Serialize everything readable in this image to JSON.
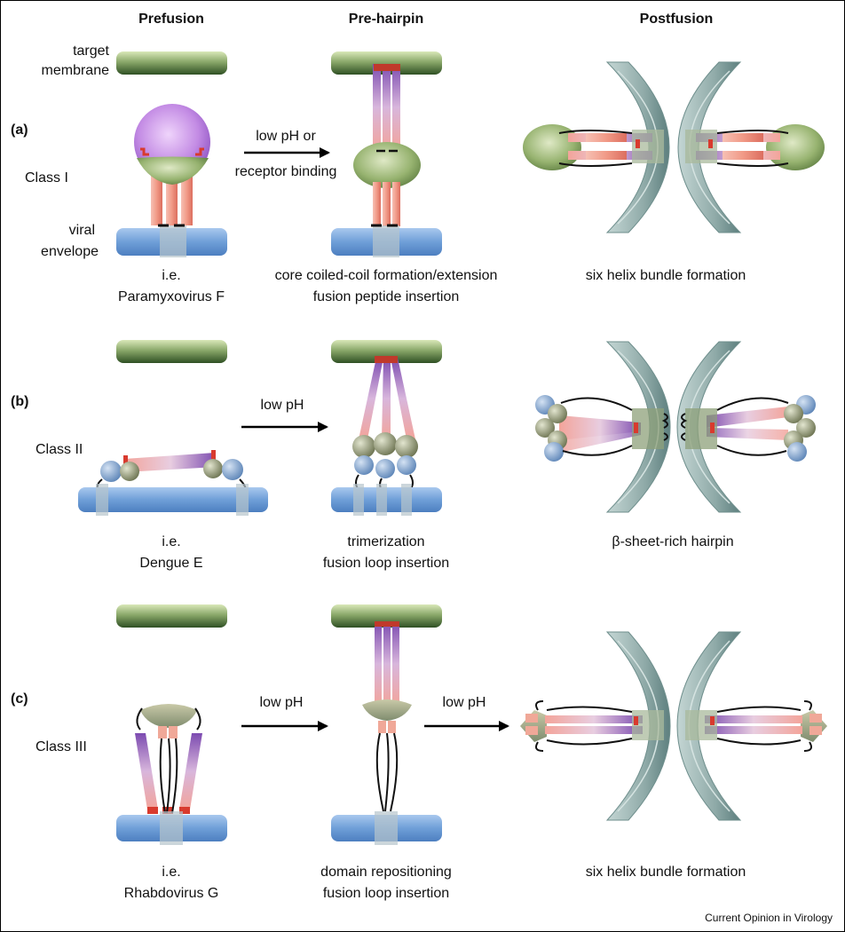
{
  "headers": {
    "prefusion": "Prefusion",
    "prehairpin": "Pre-hairpin",
    "postfusion": "Postfusion"
  },
  "labels": {
    "target_line1": "target",
    "target_line2": "membrane",
    "viral_line1": "viral",
    "viral_line2": "envelope"
  },
  "rows": [
    {
      "panel": "(a)",
      "class_name": "Class I",
      "arrow1": [
        "low pH or",
        "receptor binding"
      ],
      "prefusion_caption": [
        "i.e.",
        "Paramyxovirus F"
      ],
      "prehairpin_caption": [
        "core coiled-coil formation/extension",
        "fusion peptide insertion"
      ],
      "postfusion_caption": "six helix bundle formation"
    },
    {
      "panel": "(b)",
      "class_name": "Class II",
      "arrow1": "low pH",
      "prefusion_caption": [
        "i.e.",
        "Dengue E"
      ],
      "prehairpin_caption": [
        "trimerization",
        "fusion loop insertion"
      ],
      "postfusion_caption": "β-sheet-rich hairpin"
    },
    {
      "panel": "(c)",
      "class_name": "Class III",
      "arrow1": "low pH",
      "arrow2": "low pH",
      "prefusion_caption": [
        "i.e.",
        "Rhabdovirus G"
      ],
      "prehairpin_caption": [
        "domain repositioning",
        "fusion loop insertion"
      ],
      "postfusion_caption": "six helix bundle formation"
    }
  ],
  "source": "Current Opinion in Virology",
  "colors": {
    "target_membrane": "#3f6a2e",
    "viral_envelope": "#6f9fd8",
    "fused_membrane": "#8fb0b0",
    "purple_domain": "#b36fd6",
    "green_domain": "#8fae68",
    "red_peptide": "#d83a2e",
    "pink_helix": "#f0a090"
  }
}
